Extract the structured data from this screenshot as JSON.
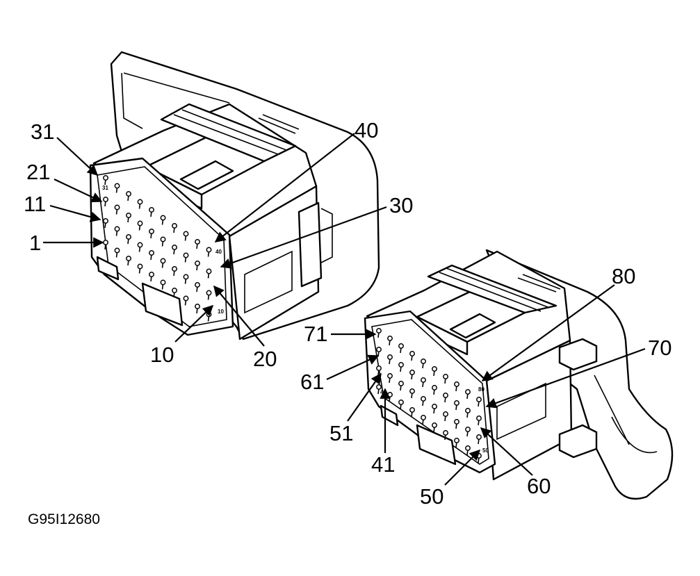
{
  "left_connector": {
    "callouts": [
      {
        "id": "c31",
        "text": "31"
      },
      {
        "id": "c21",
        "text": "21"
      },
      {
        "id": "c11",
        "text": "11"
      },
      {
        "id": "c1",
        "text": "1"
      },
      {
        "id": "c40",
        "text": "40"
      },
      {
        "id": "c30",
        "text": "30"
      },
      {
        "id": "c10",
        "text": "10"
      },
      {
        "id": "c20",
        "text": "20"
      }
    ],
    "face_marks": {
      "pin31": "31",
      "pin40": "40",
      "pin10": "10"
    }
  },
  "right_connector": {
    "callouts": [
      {
        "id": "c71",
        "text": "71"
      },
      {
        "id": "c61",
        "text": "61"
      },
      {
        "id": "c51",
        "text": "51"
      },
      {
        "id": "c41",
        "text": "41"
      },
      {
        "id": "c80",
        "text": "80"
      },
      {
        "id": "c70",
        "text": "70"
      },
      {
        "id": "c50",
        "text": "50"
      },
      {
        "id": "c60",
        "text": "60"
      }
    ],
    "face_marks": {
      "pin41": "41",
      "pin80": "80",
      "pin50": "50"
    }
  },
  "figure_id": "G95I12680"
}
